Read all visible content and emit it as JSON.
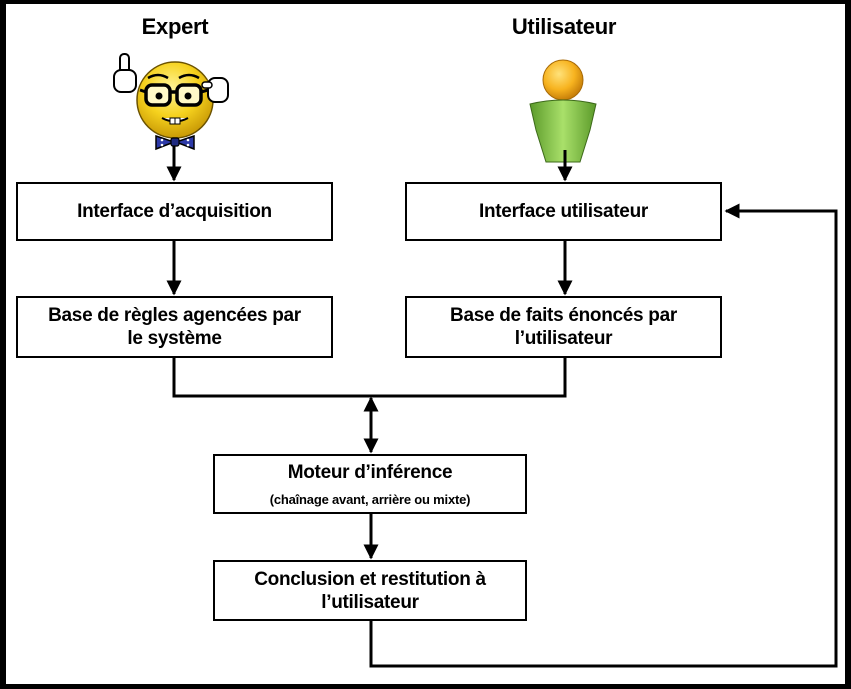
{
  "actors": {
    "expert": "Expert",
    "user": "Utilisateur"
  },
  "boxes": {
    "acquisition": "Interface d’acquisition",
    "user_interface": "Interface utilisateur",
    "rules_base": "Base de règles agencées par\nle système",
    "facts_base": "Base de faits énoncés par\nl’utilisateur",
    "inference": "Moteur d’inférence",
    "inference_sub": "(chaînage avant, arrière ou mixte)",
    "conclusion": "Conclusion et restitution à\nl’utilisateur"
  },
  "colors": {
    "background": "#000000",
    "panel": "#ffffff",
    "stroke": "#000000",
    "emoji_face": "#f6d21e",
    "user_head": "#f7b31f",
    "user_body": "#8fd04a"
  },
  "icons": {
    "expert": "nerd-smiley-icon",
    "user": "user-person-icon"
  }
}
